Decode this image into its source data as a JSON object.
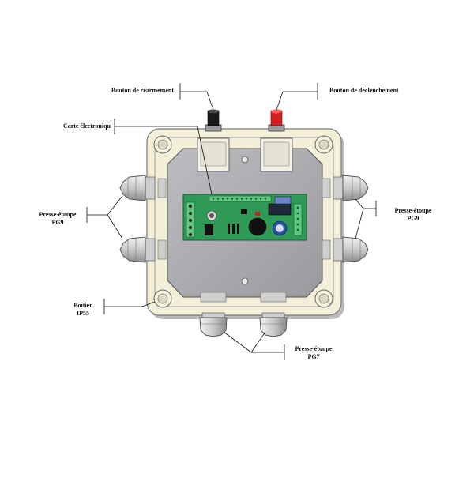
{
  "labels": {
    "reset_button": "Bouton de réarmement",
    "trigger_button": "Bouton de déclenchement",
    "electronic_board": "Carte électroniqu",
    "gland_left_line1": "Presse-étoupe",
    "gland_left_line2": "PG9",
    "gland_right_line1": "Presse-étoupe",
    "gland_right_line2": "PG9",
    "housing_line1": "Boîtier",
    "housing_line2": "IP55",
    "gland_bottom_line1": "Presse-étoupe",
    "gland_bottom_line2": "PG7"
  },
  "colors": {
    "housing": "#f4efd8",
    "plate": "#a9a9ad",
    "pcb": "#2f9a55",
    "reset_cap": "#1a1a1a",
    "trigger_cap": "#d42020",
    "gland": "#d4d4d4"
  },
  "icons": {
    "reset": "black-push-button-icon",
    "trigger": "red-push-button-icon"
  }
}
